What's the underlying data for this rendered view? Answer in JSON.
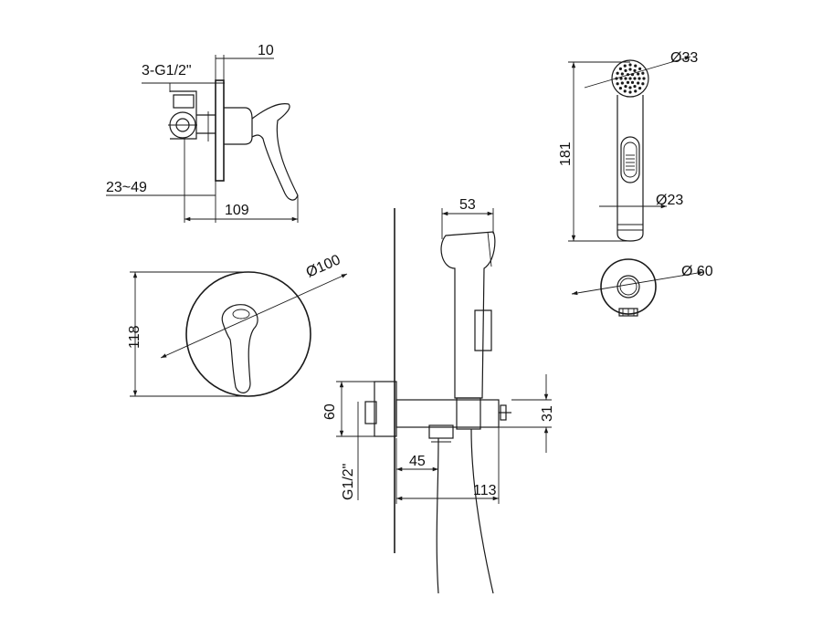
{
  "drawing": {
    "colors": {
      "line": "#1a1a1a",
      "background": "#ffffff"
    },
    "valve_side_view": {
      "thread_label": "3-G1/2\"",
      "plate_thickness_label": "10",
      "wall_depth_label": "23~49",
      "total_depth_label": "109"
    },
    "valve_front_view": {
      "plate_diameter_label": "Ø100",
      "height_label": "118"
    },
    "holder_view": {
      "handset_width_label": "53",
      "outlet_height_label": "60",
      "outlet_thread_label": "G1/2\"",
      "hose_offset_label": "45",
      "holder_length_label": "113",
      "holder_height_label": "31"
    },
    "handset_view": {
      "head_diameter_label": "Ø33",
      "length_label": "181",
      "grip_diameter_label": "Ø23",
      "flange_diameter_label": "Ø 60"
    }
  }
}
